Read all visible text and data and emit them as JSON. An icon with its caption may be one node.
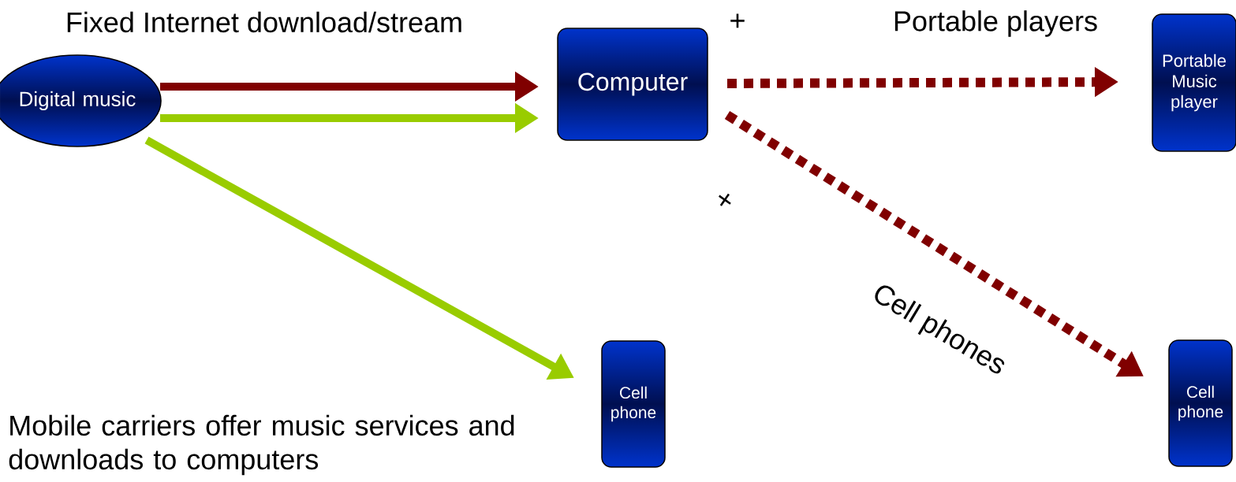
{
  "diagram": {
    "nodes": [
      {
        "text": [
          "Digital music"
        ]
      },
      {
        "text": [
          "Computer"
        ]
      },
      {
        "text": [
          "Portable Music player"
        ]
      },
      {
        "text": [
          "Cell phone"
        ]
      },
      {
        "text": [
          "Cell phone"
        ]
      }
    ],
    "edges": [
      {
        "from": 0,
        "to": 1,
        "arrow": "to",
        "color": "#800000",
        "label": "Fixed Internet download/stream"
      },
      {
        "from": 0,
        "to": 1,
        "arrow": "to",
        "color": "#99cc00"
      },
      {
        "from": 0,
        "to": 3,
        "arrow": "to",
        "color": "#99cc00"
      },
      {
        "from": 1,
        "to": 2,
        "arrow": "to",
        "style": "dashed",
        "color": "#800000",
        "label": "Portable players"
      },
      {
        "from": 1,
        "to": 4,
        "arrow": "to",
        "style": "dashed",
        "color": "#800000",
        "label": "Cell phones"
      }
    ],
    "labels": [
      "+",
      "+",
      "Mobile carriers offer music services and downloads to computers"
    ]
  }
}
